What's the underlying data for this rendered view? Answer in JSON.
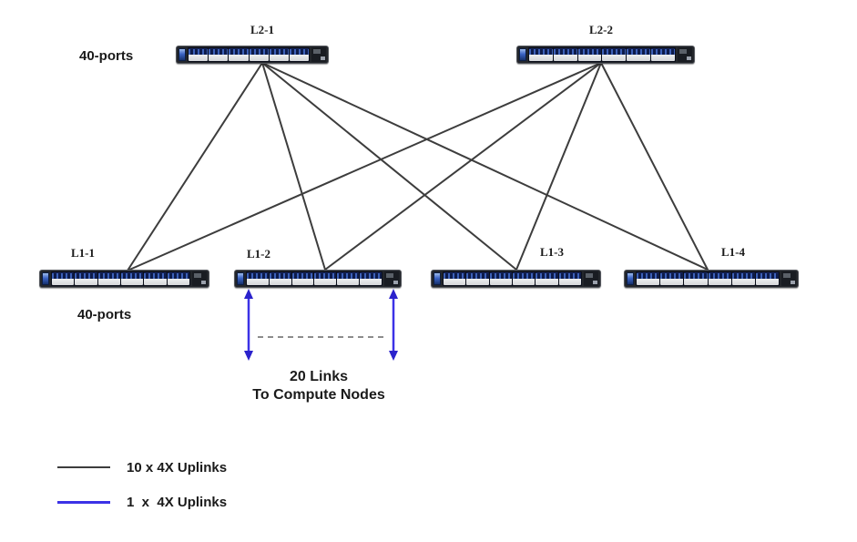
{
  "diagram": {
    "top_ports_label": "40-ports",
    "bottom_ports_label": "40-ports",
    "nodes": {
      "l2_1": {
        "label": "L2-1"
      },
      "l2_2": {
        "label": "L2-2"
      },
      "l1_1": {
        "label": "L1-1"
      },
      "l1_2": {
        "label": "L1-2"
      },
      "l1_3": {
        "label": "L1-3"
      },
      "l1_4": {
        "label": "L1-4"
      }
    },
    "edges": [
      {
        "from": "l2-1",
        "to": "l1-1"
      },
      {
        "from": "l2-1",
        "to": "l1-2"
      },
      {
        "from": "l2-1",
        "to": "l1-3"
      },
      {
        "from": "l2-1",
        "to": "l1-4"
      },
      {
        "from": "l2-2",
        "to": "l1-1"
      },
      {
        "from": "l2-2",
        "to": "l1-2"
      },
      {
        "from": "l2-2",
        "to": "l1-3"
      },
      {
        "from": "l2-2",
        "to": "l1-4"
      }
    ],
    "compute_links": {
      "line1": "20 Links",
      "line2": "To Compute Nodes"
    },
    "colors": {
      "uplink_line": "#3d3d3d",
      "compute_link_arrow": "#3c32e6",
      "dashed_line": "#8c8c8c"
    }
  },
  "legend": {
    "items": [
      {
        "label": "10 x 4X Uplinks",
        "color": "#3d3d3d"
      },
      {
        "label": "1  x  4X Uplinks",
        "color": "#3c32e6"
      }
    ]
  }
}
